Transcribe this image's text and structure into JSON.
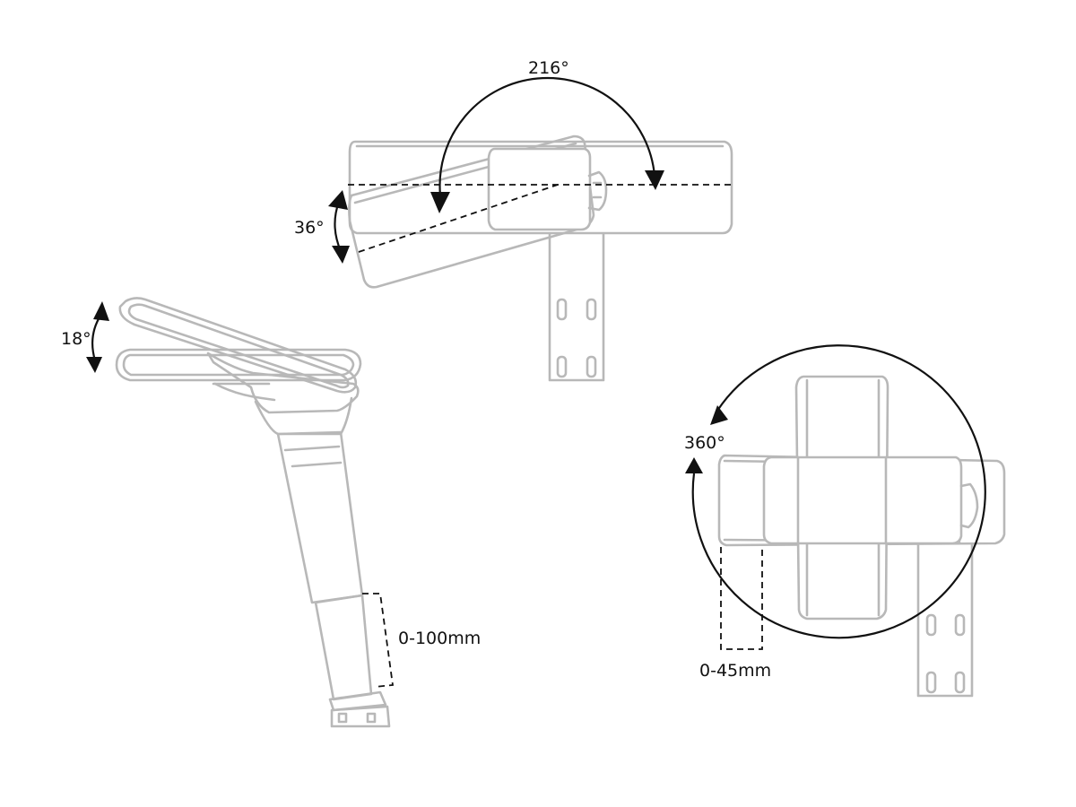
{
  "labels": {
    "swivel_range": "216°",
    "tilt_range": "36°",
    "pad_angle": "18°",
    "height_adjust": "0-100mm",
    "rotation": "360°",
    "depth_adjust": "0-45mm"
  },
  "colors": {
    "outline": "#b8b8b8",
    "annotation": "#111111",
    "background": "#ffffff"
  }
}
